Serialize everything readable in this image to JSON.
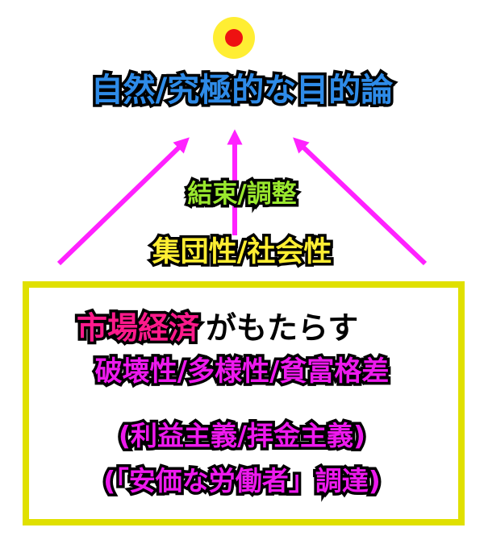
{
  "colors": {
    "goal_outer": "#ffee33",
    "goal_inner": "#ee1111",
    "arrow": "#ff22ff",
    "frame": "#e0e000",
    "goal_text": "#2e8be8",
    "cohesion_text": "#9ae82e",
    "collectivity_text": "#ffee33",
    "market_text": "#ff1a8c",
    "effect_text": "#ee1aee"
  },
  "goal": {
    "title": "自然/究極的な目的論"
  },
  "middle": {
    "cohesion": "結束/調整",
    "collectivity": "集団性/社会性"
  },
  "box": {
    "market_term": "市場経済",
    "market_rest": "がもたらす",
    "effects": "破壊性/多様性/貧富格差",
    "ideology": "(利益主義/拝金主義)",
    "labor": "(「安価な労働者」調達)"
  }
}
